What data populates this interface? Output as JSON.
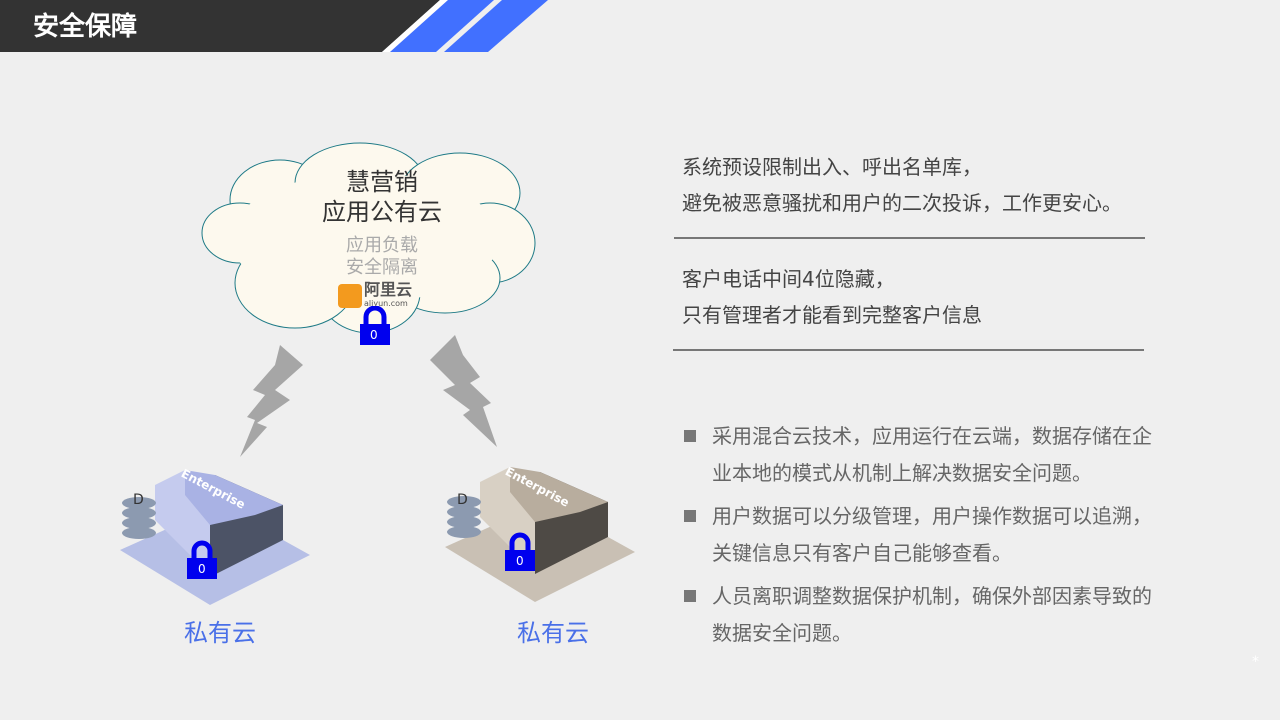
{
  "header": {
    "title": "安全保障",
    "accent": "#4170ff"
  },
  "cloud": {
    "name": "慧营销",
    "subtitle": "应用公有云",
    "note1": "应用负载",
    "note2": "安全隔离",
    "provider_cn": "阿里云",
    "provider_en": "aliyun.com",
    "lock_label": "0"
  },
  "left_building": {
    "label": "私有云",
    "sign": "Enterprise",
    "db_label": "D",
    "lock_label": "0"
  },
  "right_building": {
    "label": "私有云",
    "sign": "Enterprise",
    "db_label": "D",
    "lock_label": "0"
  },
  "features": [
    {
      "line1": "系统预设限制出入、呼出名单库，",
      "line2": "避免被恶意骚扰和用户的二次投诉，工作更安心。"
    },
    {
      "line1": "客户电话中间4位隐藏，",
      "line2": "只有管理者才能看到完整客户信息"
    }
  ],
  "bullets": [
    "采用混合云技术，应用运行在云端，数据存储在企业本地的模式从机制上解决数据安全问题。",
    "用户数据可以分级管理，用户操作数据可以追溯，关键信息只有客户自己能够查看。",
    "人员离职调整数据保护机制，确保外部因素导致的数据安全问题。"
  ],
  "footer_mark": "*"
}
